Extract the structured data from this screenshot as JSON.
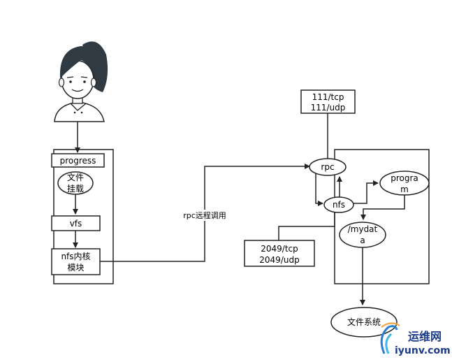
{
  "nodes": {
    "progress": "progress",
    "mount_1": "文件",
    "mount_2": "挂载",
    "vfs": "vfs",
    "nfs_kernel_1": "nfs内核",
    "nfs_kernel_2": "模块",
    "rpc_call": "rpc远程调用",
    "port_111_1": "111/tcp",
    "port_111_2": "111/udp",
    "rpc": "rpc",
    "nfs": "nfs",
    "program_1": "progra",
    "program_2": "m",
    "mydata_1": "/mydat",
    "mydata_2": "a",
    "port_2049_1": "2049/tcp",
    "port_2049_2": "2049/udp",
    "filesystem": "文件系统"
  },
  "watermark": {
    "cn": "运维网",
    "domain": "iyunv.com"
  },
  "colors": {
    "stroke": "#222222",
    "hair": "#2f3a42",
    "watermark_text": "#1a3b8c",
    "watermark_arc": "#2a7fd4",
    "watermark_swirl": "#3fb7e8"
  }
}
